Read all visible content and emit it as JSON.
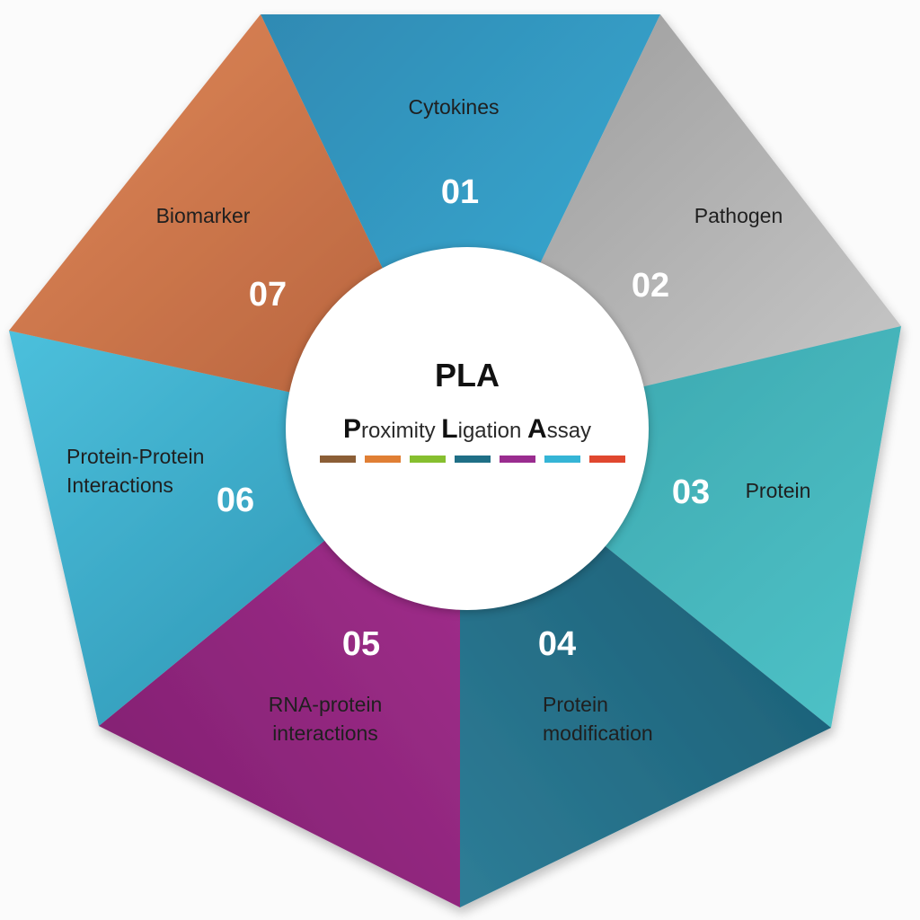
{
  "center": {
    "title": "PLA",
    "subtitle": [
      {
        "cap": "P",
        "rest": "roximity "
      },
      {
        "cap": "L",
        "rest": "igation "
      },
      {
        "cap": "A",
        "rest": "ssay"
      }
    ],
    "bar_colors": [
      "#8b5e36",
      "#e07f34",
      "#86bf2f",
      "#1f6f86",
      "#9a2c8f",
      "#35b5d6",
      "#e0472f"
    ]
  },
  "segments": [
    {
      "number": "01",
      "label": [
        "Cytokines"
      ],
      "color_a": "#2f8ab3",
      "color_b": "#3aaed6"
    },
    {
      "number": "02",
      "label": [
        "Pathogen"
      ],
      "color_a": "#9a9a9a",
      "color_b": "#c9c9c9"
    },
    {
      "number": "03",
      "label": [
        "Protein"
      ],
      "color_a": "#3aa4ac",
      "color_b": "#4fc3c8"
    },
    {
      "number": "04",
      "label": [
        "Protein",
        "modification"
      ],
      "color_a": "#17586e",
      "color_b": "#2e7d97"
    },
    {
      "number": "05",
      "label": [
        "RNA-protein",
        "interactions"
      ],
      "color_a": "#7e1e6e",
      "color_b": "#a4308e"
    },
    {
      "number": "06",
      "label": [
        "Protein-Protein",
        "Interactions"
      ],
      "color_a": "#2a8fae",
      "color_b": "#4cc0dc"
    },
    {
      "number": "07",
      "label": [
        "Biomarker"
      ],
      "color_a": "#b3603a",
      "color_b": "#e0885a"
    }
  ]
}
